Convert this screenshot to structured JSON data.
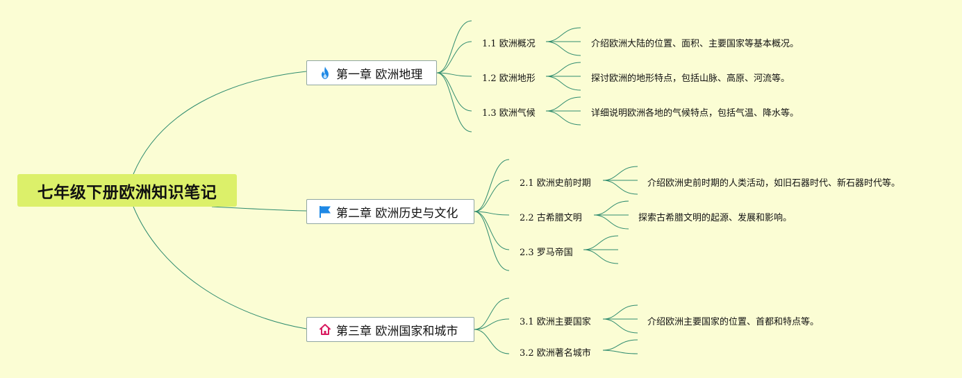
{
  "root": {
    "title": "七年级下册欧洲知识笔记"
  },
  "chapters": [
    {
      "title": "第一章 欧洲地理",
      "icon": "fire-icon",
      "icon_color": "#1e88e5",
      "sections": [
        {
          "title": "1.1 欧洲概况",
          "desc": "介绍欧洲大陆的位置、面积、主要国家等基本概况。"
        },
        {
          "title": "1.2 欧洲地形",
          "desc": "探讨欧洲的地形特点，包括山脉、高原、河流等。"
        },
        {
          "title": "1.3 欧洲气候",
          "desc": "详细说明欧洲各地的气候特点，包括气温、降水等。"
        }
      ]
    },
    {
      "title": "第二章 欧洲历史与文化",
      "icon": "flag-icon",
      "icon_color": "#1e88e5",
      "sections": [
        {
          "title": "2.1 欧洲史前时期",
          "desc": "介绍欧洲史前时期的人类活动，如旧石器时代、新石器时代等。"
        },
        {
          "title": "2.2 古希腊文明",
          "desc": "探索古希腊文明的起源、发展和影响。"
        },
        {
          "title": "2.3 罗马帝国",
          "desc": ""
        }
      ]
    },
    {
      "title": "第三章 欧洲国家和城市",
      "icon": "house-icon",
      "icon_color": "#d81b60",
      "sections": [
        {
          "title": "3.1 欧洲主要国家",
          "desc": "介绍欧洲主要国家的位置、首都和特点等。"
        },
        {
          "title": "3.2 欧洲著名城市",
          "desc": ""
        }
      ]
    }
  ],
  "colors": {
    "background": "#fbfdd4",
    "root_fill": "#dcf06a",
    "line": "#2e8b6e",
    "chapter_border": "#8fa6a0"
  }
}
